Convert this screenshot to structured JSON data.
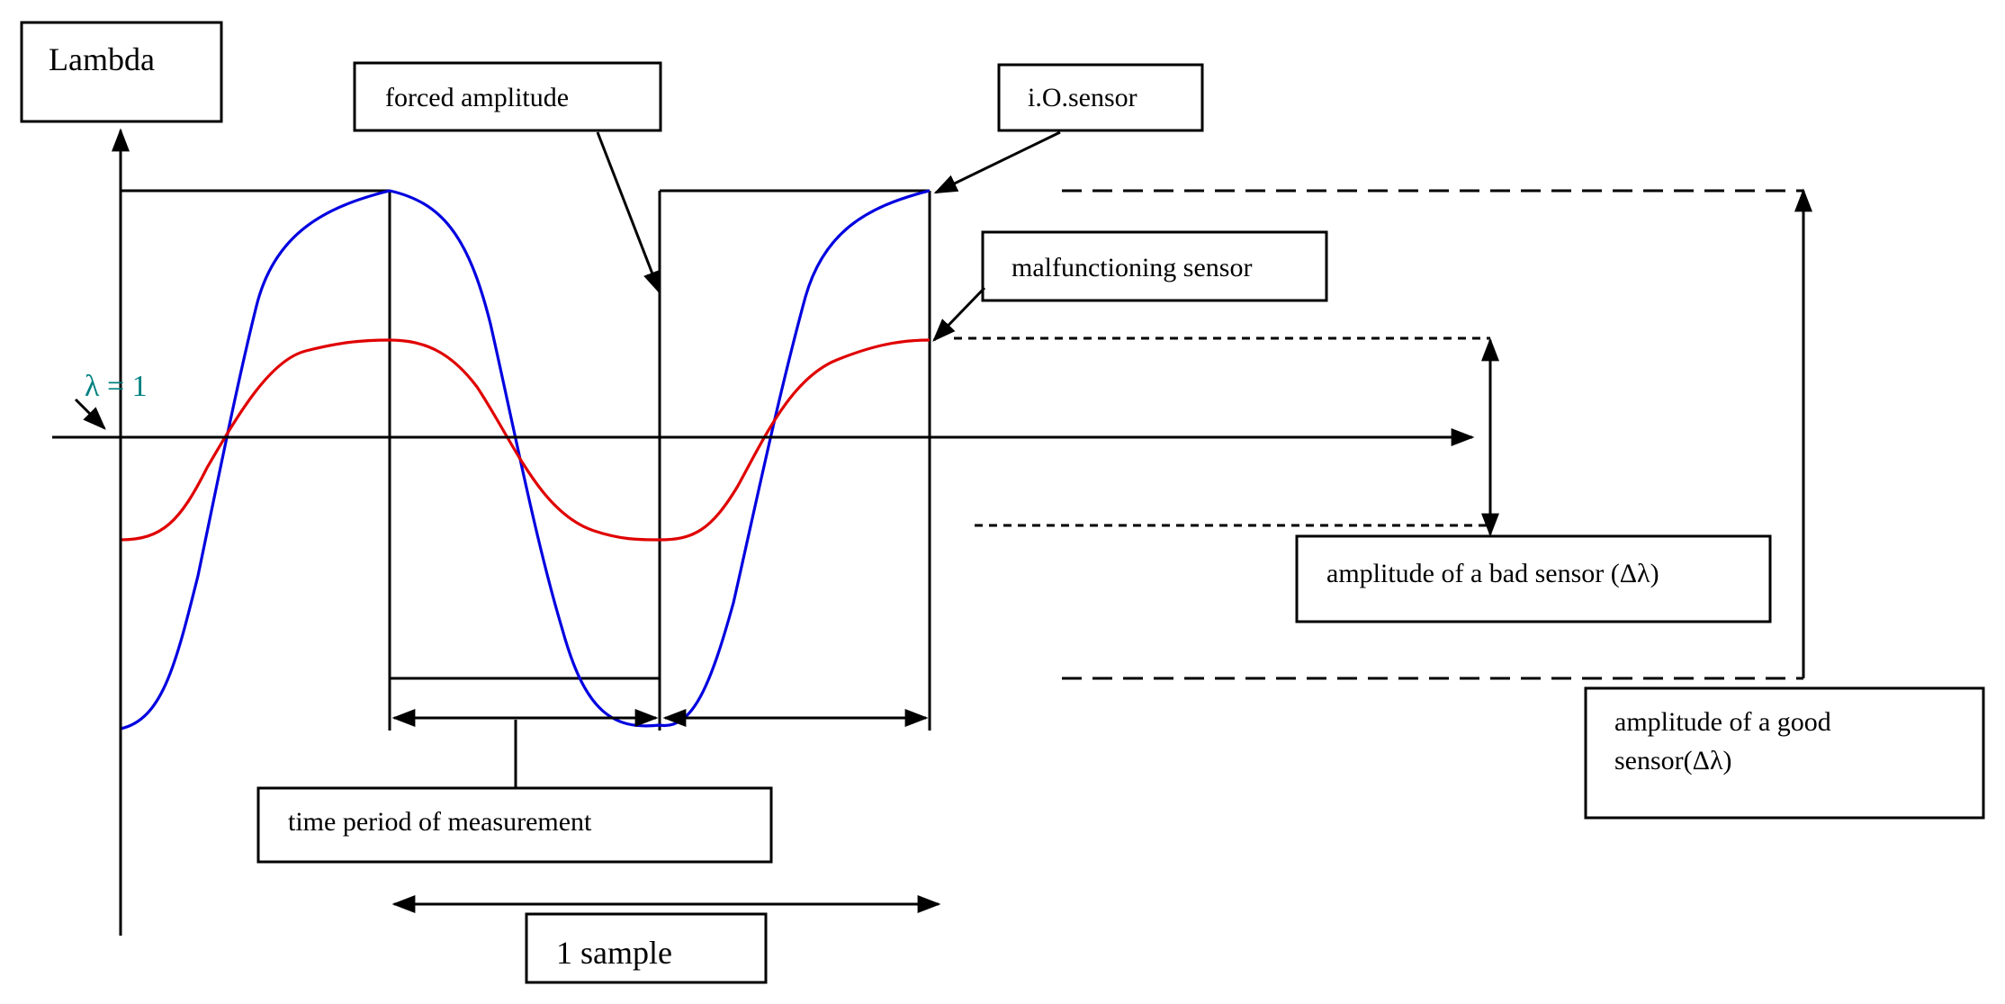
{
  "labels": {
    "lambda": "Lambda",
    "forced_amplitude": "forced amplitude",
    "io_sensor": "i.O.sensor",
    "malfunctioning_sensor": "malfunctioning  sensor",
    "lambda_equals_one": "λ = 1",
    "bad_sensor_amplitude": "amplitude of a bad sensor (Δλ)",
    "good_sensor_amplitude_line1": "amplitude of a good",
    "good_sensor_amplitude_line2": "sensor(Δλ)",
    "time_period": "time period of measurement",
    "one_sample": "1 sample"
  },
  "colors": {
    "io_sensor_curve": "#0000e0",
    "malfunctioning_sensor_curve": "#e00000",
    "lambda_one_label": "#008080"
  }
}
